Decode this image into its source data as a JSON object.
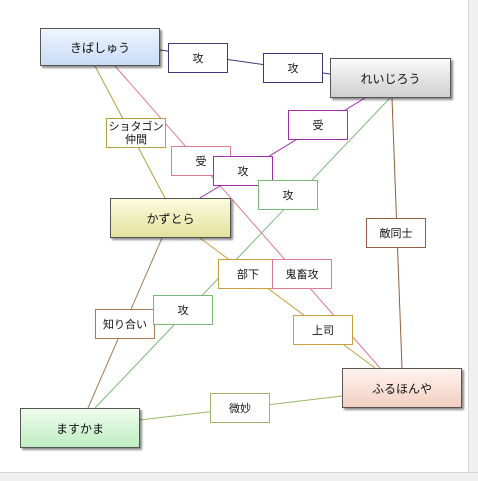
{
  "colors": {
    "pink": "#e07a90",
    "purple": "#a02cb0",
    "navy": "#3a3a80",
    "green": "#7ab87a",
    "olive": "#b0a040",
    "brown": "#a57a55",
    "tan": "#c8a040",
    "darkbrown": "#906040",
    "sage": "#98b868"
  },
  "nodes": {
    "kibashuu": "きばしゅう",
    "reijirou": "れいじろう",
    "kazutora": "かずとら",
    "furuhonya": "ふるほんや",
    "masukama": "ますかま"
  },
  "labels": {
    "atk1": "攻",
    "atk2": "攻",
    "ai1": "受",
    "shota": "ショタゴン\n仲間",
    "ai2": "受",
    "atk3": "攻",
    "atk4": "攻",
    "tekidoushi": "敵同士",
    "buka": "部下",
    "kichiku": "鬼畜攻",
    "shiriai": "知り合い",
    "atk5": "攻",
    "joushi": "上司",
    "bimyou": "微妙"
  }
}
